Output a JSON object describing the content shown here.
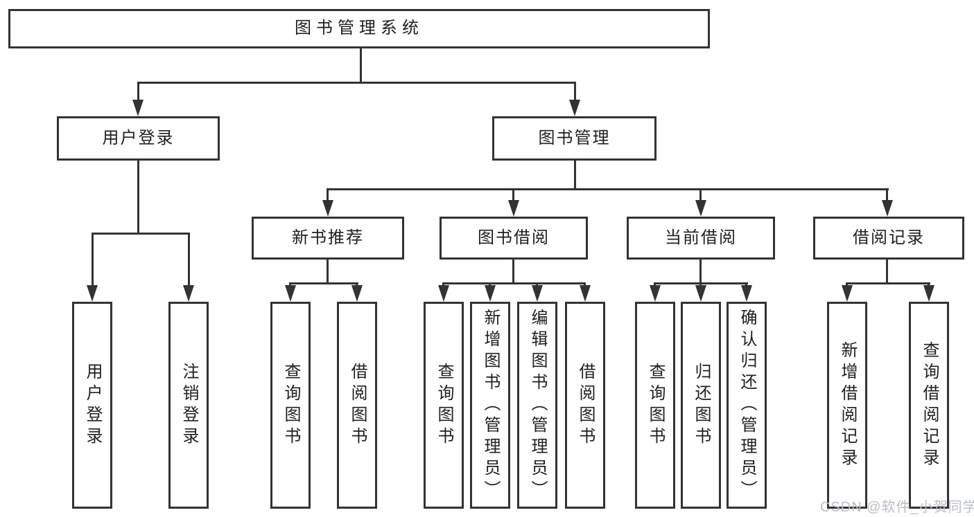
{
  "tree": {
    "root": {
      "label": "图书管理系统"
    },
    "user_login": {
      "label": "用户登录",
      "children": [
        {
          "label": "用户登录"
        },
        {
          "label": "注销登录"
        }
      ]
    },
    "book_mgmt": {
      "label": "图书管理"
    },
    "new_books": {
      "label": "新书推荐",
      "children": [
        {
          "label": "查询图书"
        },
        {
          "label": "借阅图书"
        }
      ]
    },
    "book_borrow": {
      "label": "图书借阅",
      "children": [
        {
          "label": "查询图书"
        },
        {
          "label": "新增图书（管理员）"
        },
        {
          "label": "编辑图书（管理员）"
        },
        {
          "label": "借阅图书"
        }
      ]
    },
    "current_borrow": {
      "label": "当前借阅",
      "children": [
        {
          "label": "查询图书"
        },
        {
          "label": "归还图书"
        },
        {
          "label": "确认归还（管理员）"
        }
      ]
    },
    "borrow_records": {
      "label": "借阅记录",
      "children": [
        {
          "label": "新增借阅记录"
        },
        {
          "label": "查询借阅记录"
        }
      ]
    }
  },
  "watermark": {
    "text": "CSDN @软件_小贺同学"
  },
  "colors": {
    "line": "#333333",
    "text": "#1f1f1f",
    "watermark": "#b9bdc3",
    "background": "#ffffff"
  }
}
